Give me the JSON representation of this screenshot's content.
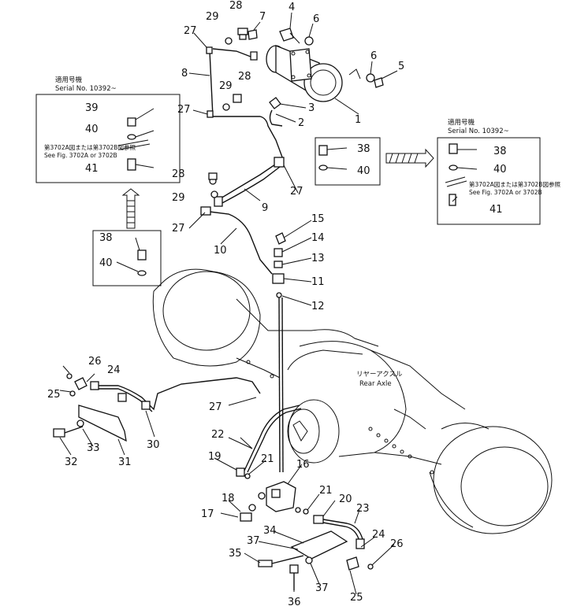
{
  "diagram": {
    "callouts": [
      "1",
      "2",
      "3",
      "4",
      "5",
      "6",
      "6",
      "7",
      "8",
      "9",
      "10",
      "11",
      "12",
      "13",
      "14",
      "15",
      "16",
      "17",
      "18",
      "19",
      "20",
      "21",
      "21",
      "22",
      "23",
      "24",
      "24",
      "25",
      "25",
      "26",
      "26",
      "27",
      "27",
      "27",
      "27",
      "27",
      "28",
      "28",
      "28",
      "29",
      "29",
      "29",
      "30",
      "31",
      "32",
      "33",
      "34",
      "35",
      "36",
      "37",
      "37",
      "38",
      "38",
      "40",
      "40"
    ],
    "axle_label": {
      "jp": "リヤーアクスル",
      "en": "Rear Axle"
    },
    "inset_left": {
      "title_jp": "適用号機",
      "serial": "Serial No. 10392~",
      "ref_jp": "第3702A図または第3702B図参照",
      "ref_en": "See Fig. 3702A or 3702B",
      "parts": [
        "39",
        "40",
        "41"
      ]
    },
    "inset_right": {
      "title_jp": "適用号機",
      "serial": "Serial No. 10392~",
      "ref_jp": "第3702A図または第3702B図参照",
      "ref_en": "See Fig. 3702A or 3702B",
      "parts": [
        "38",
        "40",
        "41"
      ]
    }
  }
}
